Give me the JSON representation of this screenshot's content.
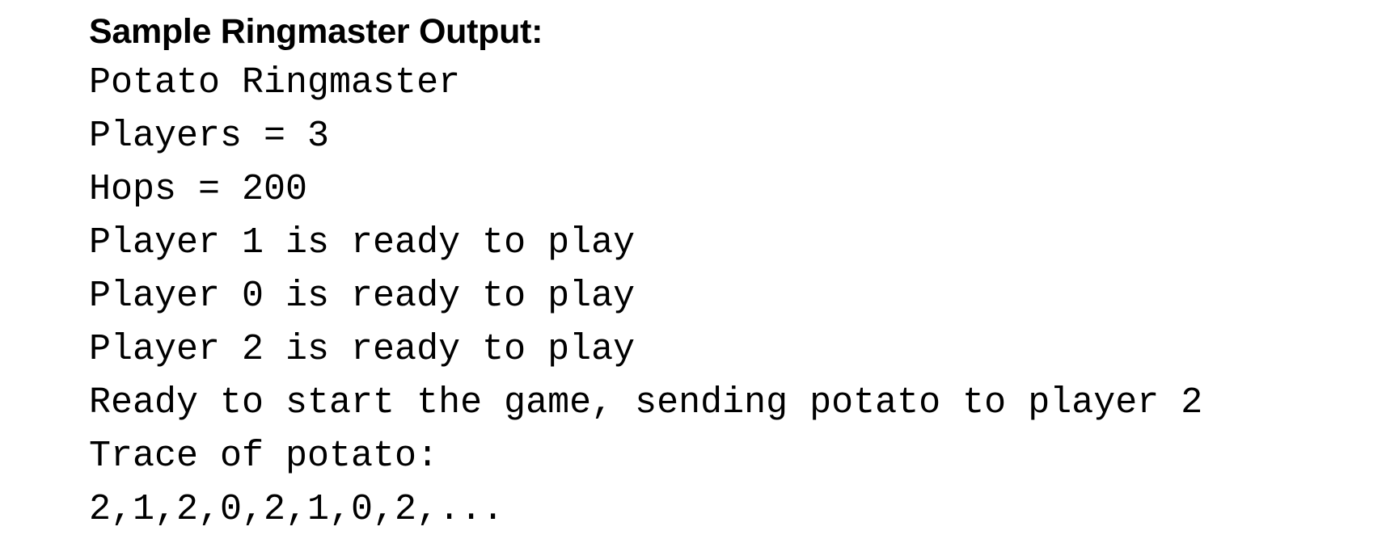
{
  "heading": "Sample Ringmaster Output:",
  "output_lines": [
    "Potato Ringmaster",
    "Players = 3",
    "Hops = 200",
    "Player 1 is ready to play",
    "Player 0 is ready to play",
    "Player 2 is ready to play",
    "Ready to start the game, sending potato to player 2",
    "Trace of potato:",
    "2,1,2,0,2,1,0,2,..."
  ]
}
